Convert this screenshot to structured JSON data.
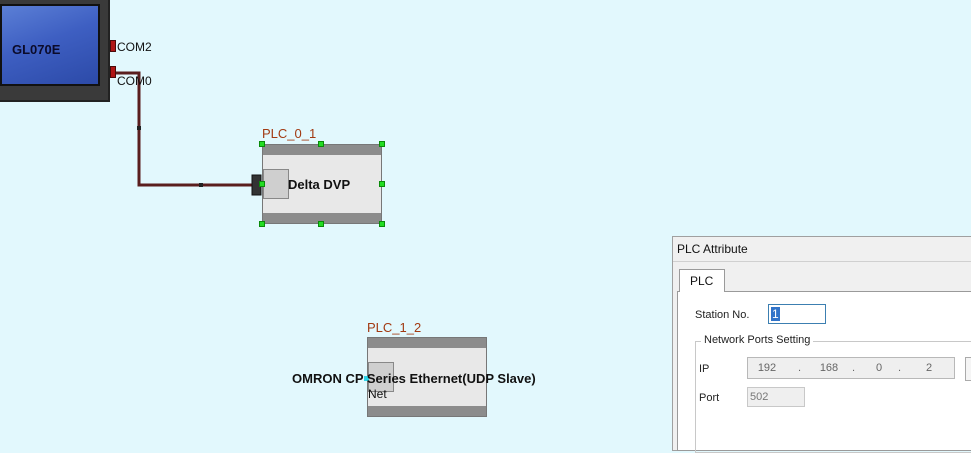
{
  "hmi": {
    "name": "GL070E",
    "ports": [
      "COM2",
      "COM0"
    ]
  },
  "plcs": [
    {
      "id": "PLC_0_1",
      "name": "Delta DVP"
    },
    {
      "id": "PLC_1_2",
      "name": "OMRON CP Series Ethernet(UDP Slave)",
      "port": "Net"
    }
  ],
  "dialog": {
    "title": "PLC Attribute",
    "tab": "PLC",
    "station_label": "Station No.",
    "station_value": "1",
    "group_title": "Network Ports Setting",
    "ip_label": "IP",
    "ip": [
      "192",
      "168",
      "0",
      "2"
    ],
    "port_label": "Port",
    "port_value": "502"
  },
  "colors": {
    "canvas": "#e2f8fd",
    "wire": "#5a1e1e",
    "plc_title": "#a23a12",
    "handle": "#22dd22"
  }
}
